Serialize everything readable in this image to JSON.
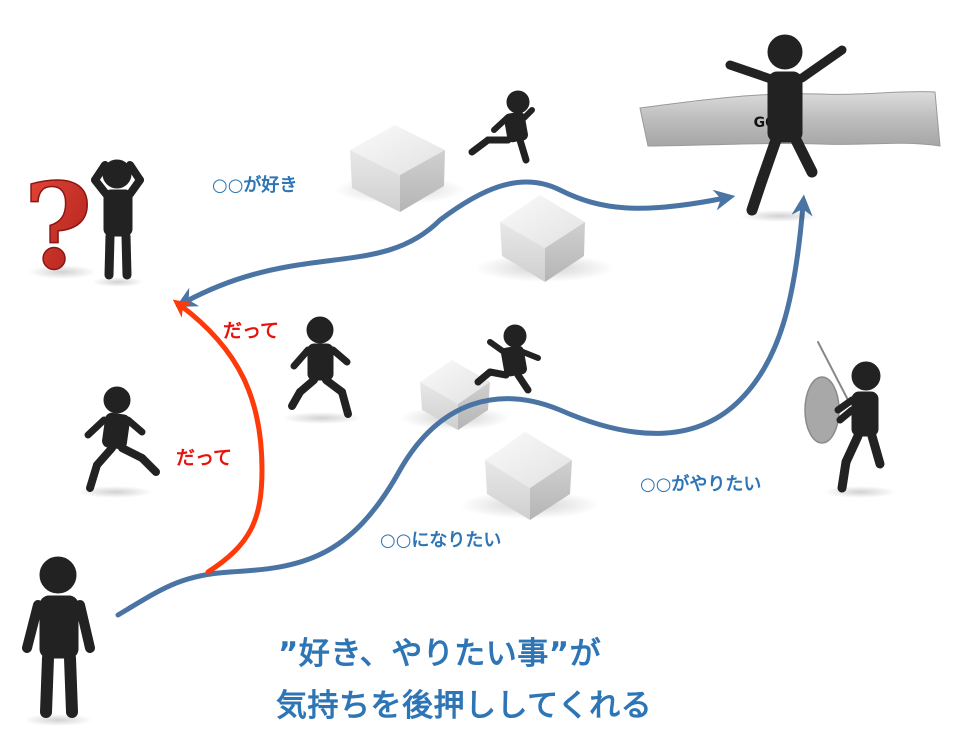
{
  "goal_banner": {
    "text": "GOAL"
  },
  "question_mark": {
    "text": "?"
  },
  "labels": {
    "likes": "○○が好き",
    "become": "○○になりたい",
    "want_do": "○○がやりたい",
    "datte_upper": "だって",
    "datte_lower": "だって"
  },
  "caption": {
    "line1": "”好き、やりたい事”が",
    "line2": "気持ちを後押ししてくれる"
  },
  "colors": {
    "path_blue": "#4A74A4",
    "path_red": "#FF3A0A",
    "label_blue": "#2E75B6",
    "label_red": "#E8120C",
    "figure": "#222222",
    "question": "#D6302A"
  }
}
